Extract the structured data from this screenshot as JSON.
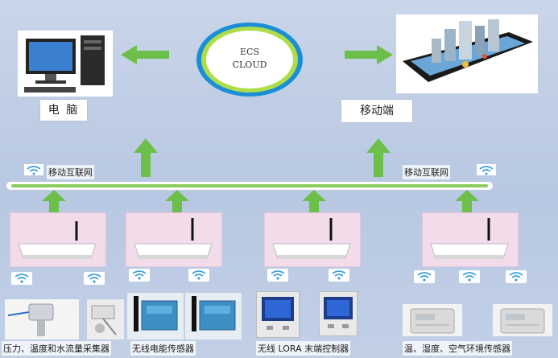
{
  "cloud": {
    "line1": "ECS",
    "line2": "CLOUD"
  },
  "endpoints": {
    "pc_label": "电  脑",
    "mobile_label": "移动端"
  },
  "network": {
    "left_label": "移动互联网",
    "right_label": "移动互联网"
  },
  "sensors": {
    "pressure_label": "压力、温度和水流量采集器",
    "energy_label": "无线电能传感器",
    "lora_label": "无线 LORA 末端控制器",
    "env_label": "温、湿度、空气环境传感器"
  },
  "colors": {
    "arrow": "#6cc04a",
    "bus": "#8ccc5e",
    "wifi": "#3aa0dc",
    "panel": "#f3dcea"
  }
}
